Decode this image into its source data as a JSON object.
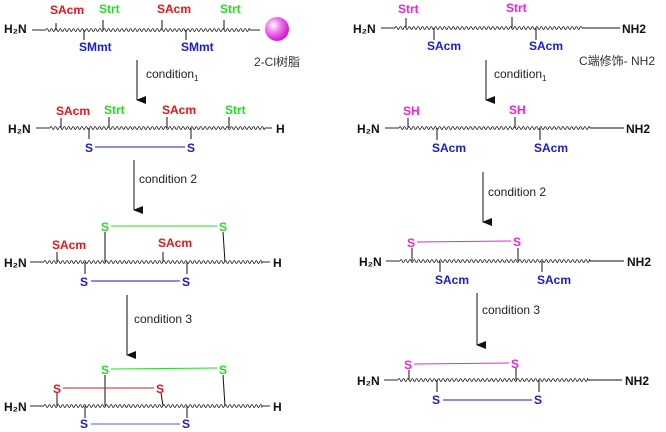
{
  "colors": {
    "acm": "#e8141c",
    "trt_green": "#22dd22",
    "mmt_blue": "#1a1ad0",
    "magenta": "#ee22dd",
    "black": "#111111",
    "resin": "#ee44ee"
  },
  "left_scheme": {
    "step0": {
      "n_term": "H₂N",
      "top_labels": [
        "SAcm",
        "Strt",
        "SAcm",
        "Strt"
      ],
      "bottom_labels": [
        "SMmt",
        "SMmt"
      ],
      "resin_label": "2-Cl树脂"
    },
    "arrow1": {
      "label": "condition",
      "subscript": "1"
    },
    "step1": {
      "n_term": "H₂N",
      "c_term": "H",
      "top_labels": [
        "SAcm",
        "Strt",
        "SAcm",
        "Strt"
      ],
      "bridge_labels": [
        "S",
        "S"
      ]
    },
    "arrow2": {
      "label": "condition 2"
    },
    "step2": {
      "n_term": "H₂N",
      "c_term": "H",
      "top_bridge_labels": [
        "S",
        "S"
      ],
      "top_labels": [
        "SAcm",
        "SAcm"
      ],
      "bottom_bridge_labels": [
        "S",
        "S"
      ]
    },
    "arrow3": {
      "label": "condition 3"
    },
    "step3": {
      "n_term": "H₂N",
      "c_term": "H",
      "green_bridge_labels": [
        "S",
        "S"
      ],
      "red_bridge_labels": [
        "S",
        "S"
      ],
      "blue_bridge_labels": [
        "S",
        "S"
      ]
    }
  },
  "right_scheme": {
    "step0": {
      "n_term": "H₂N",
      "c_term": "NH2",
      "top_labels": [
        "Strt",
        "Strt"
      ],
      "bottom_labels": [
        "SAcm",
        "SAcm"
      ],
      "note": "C端修饰- NH2"
    },
    "arrow1": {
      "label": "condition",
      "subscript": "1"
    },
    "step1": {
      "n_term": "H₂N",
      "c_term": "NH2",
      "top_labels": [
        "SH",
        "SH"
      ],
      "bottom_labels": [
        "SAcm",
        "SAcm"
      ]
    },
    "arrow2": {
      "label": "condition 2"
    },
    "step2": {
      "n_term": "H₂N",
      "c_term": "NH2",
      "top_bridge_labels": [
        "S",
        "S"
      ],
      "bottom_labels": [
        "SAcm",
        "SAcm"
      ]
    },
    "arrow3": {
      "label": "condition 3"
    },
    "step3": {
      "n_term": "H₂N",
      "c_term": "NH2",
      "top_bridge_labels": [
        "S",
        "S"
      ],
      "bottom_bridge_labels": [
        "S",
        "S"
      ]
    }
  }
}
